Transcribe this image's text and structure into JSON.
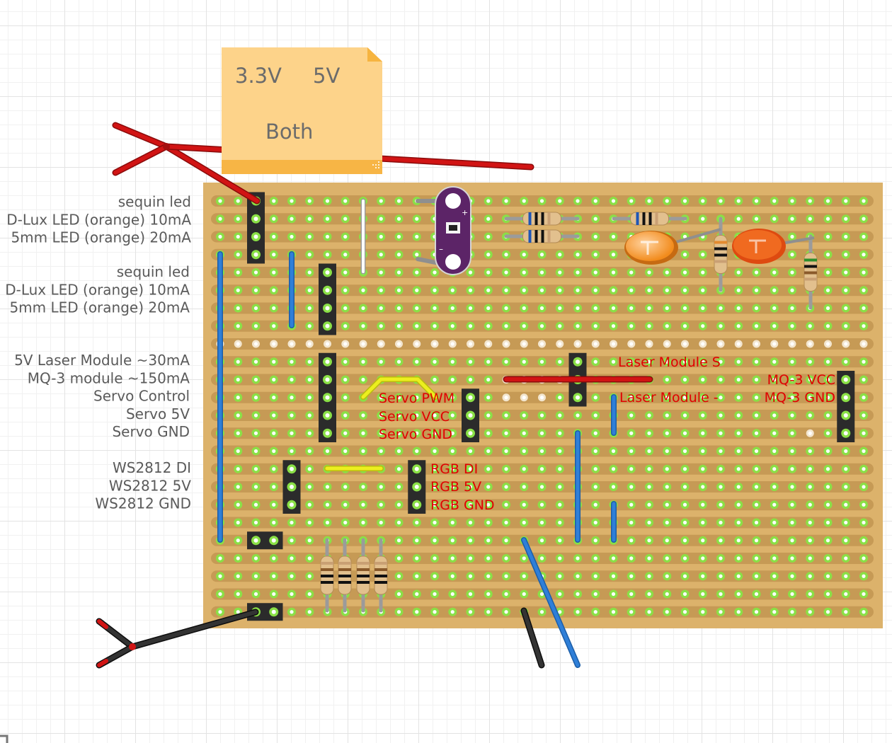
{
  "note": {
    "option_3v3": "3.3V",
    "option_5v": "5V",
    "option_both": "Both"
  },
  "side_labels": {
    "group1": [
      "sequin led",
      "D-Lux LED (orange) 10mA",
      "5mm LED (orange) 20mA"
    ],
    "group2": [
      "sequin led",
      "D-Lux LED (orange) 10mA",
      "5mm LED (orange) 20mA"
    ],
    "group3": [
      "5V Laser Module ~30mA",
      "MQ-3 module ~150mA",
      "Servo Control",
      "Servo 5V",
      "Servo GND"
    ],
    "group4": [
      "WS2812 DI",
      "WS2812 5V",
      "WS2812 GND"
    ]
  },
  "net_labels": {
    "laser_s": "Laser Module S",
    "laser_minus": "Laser Module -",
    "mq3_vcc": "MQ-3 VCC",
    "mq3_gnd": "MQ-3 GND",
    "servo_pwm": "Servo PWM",
    "servo_vcc": "Servo VCC",
    "servo_gnd": "Servo GND",
    "rgb_di": "RGB DI",
    "rgb_5v": "RGB 5V",
    "rgb_gnd": "RGB GND"
  },
  "colors": {
    "board": "#dcb26b",
    "strip": "#c69a55",
    "pad": "#8ae046",
    "wire_red": "#d11414",
    "wire_blue": "#2f7fd8",
    "wire_black": "#262626",
    "wire_yellow": "#ecef1e",
    "led_orange": "#f6921e",
    "note_yellow": "#fdd38a"
  }
}
